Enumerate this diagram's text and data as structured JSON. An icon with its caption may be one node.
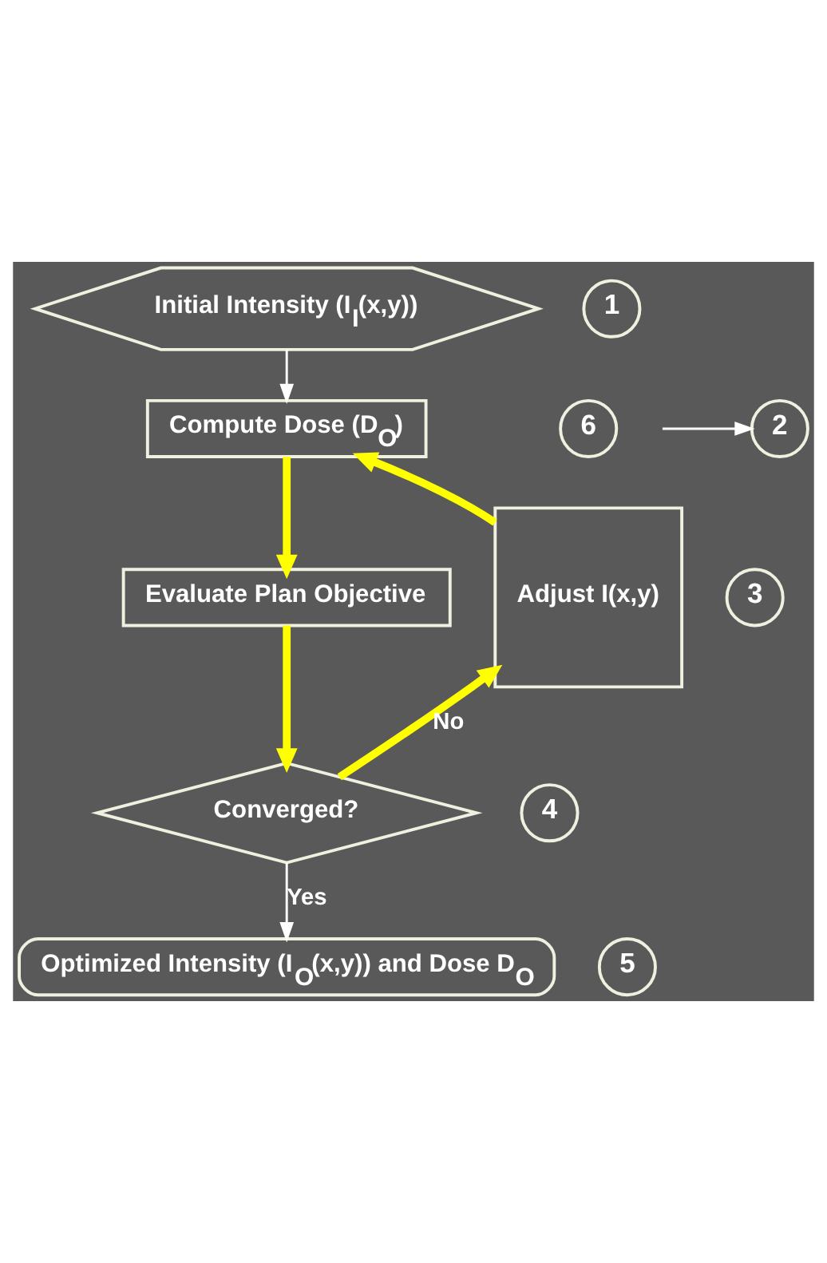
{
  "diagram": {
    "nodes": [
      {
        "text": [
          "Initial Intensity (I$_{I}$(x,y))"
        ]
      },
      {
        "text": [
          "1"
        ]
      },
      {
        "text": [
          "Compute Dose (D$_{O}$)"
        ]
      },
      {
        "text": [
          "2"
        ]
      },
      {
        "text": [
          "Evaluate Plan Objective"
        ]
      },
      {
        "text": [
          "3"
        ]
      },
      {
        "text": [
          "Converged?"
        ]
      },
      {
        "text": [
          "4"
        ]
      },
      {
        "text": [
          "Optimized Intensity (I$_{O}$(x,y)) and Dose D$_{O}$"
        ]
      },
      {
        "text": [
          "5"
        ]
      },
      {
        "text": [
          "Adjust I(x,y)"
        ]
      },
      {
        "text": [
          "6"
        ]
      }
    ],
    "edges": [
      {
        "from": 0,
        "to": 2,
        "arrow": "to",
        "color": "#ffffff"
      },
      {
        "from": null,
        "to": 3,
        "arrow": "to",
        "color": "#ffffff"
      },
      {
        "from": 2,
        "to": 4,
        "arrow": "to"
      },
      {
        "from": 4,
        "to": 6,
        "arrow": "to"
      },
      {
        "from": 6,
        "to": 10,
        "arrow": "to",
        "label": "No"
      },
      {
        "from": 10,
        "to": 2,
        "arrow": "to"
      },
      {
        "from": 6,
        "to": 8,
        "arrow": "to",
        "label": "Yes",
        "color": "#ffffff"
      }
    ]
  }
}
